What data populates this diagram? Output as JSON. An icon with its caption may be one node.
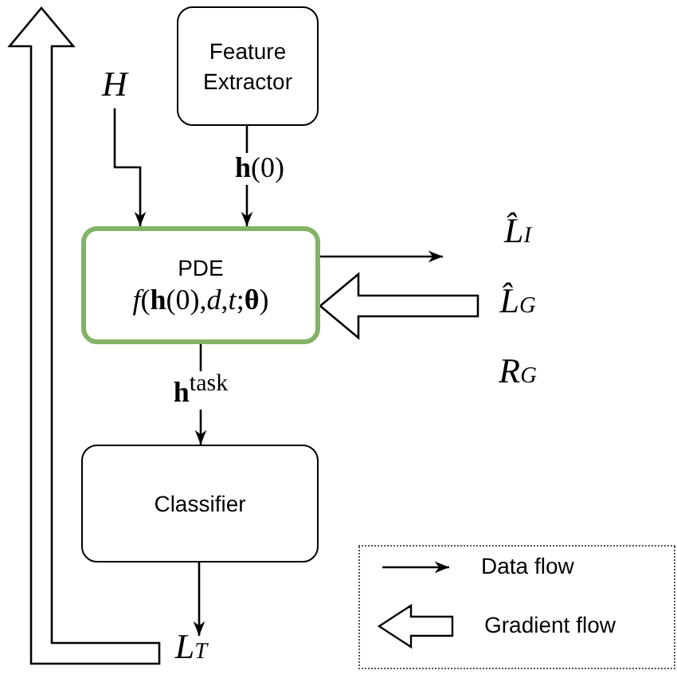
{
  "diagram": {
    "nodes": [
      {
        "text": [
          "Feature Extractor"
        ]
      },
      {
        "text": [
          "*H*"
        ]
      },
      {
        "text": [
          "PDE",
          "*f*(**h**(0),*d*,*t*;**θ**)"
        ]
      },
      {
        "text": [
          "*L̂*$_{I}$"
        ]
      },
      {
        "text": [
          "*L̂*$_{G}$"
        ]
      },
      {
        "text": [
          "*R*$_{G}$"
        ]
      },
      {
        "text": [
          "Classifier"
        ]
      },
      {
        "text": [
          "*L*$_{T}$"
        ]
      }
    ],
    "edges": [
      {
        "from": 1,
        "to": 2,
        "arrow": "to"
      },
      {
        "from": 0,
        "to": 2,
        "arrow": "to",
        "label": "**h**(0)"
      },
      {
        "from": 2,
        "to": 3,
        "arrow": "to"
      },
      {
        "from": 4,
        "to": 2,
        "arrow": "to",
        "style": "thick"
      },
      {
        "from": 2,
        "to": 6,
        "arrow": "to",
        "label": "**h**$^{task}$"
      },
      {
        "from": 6,
        "to": 7,
        "arrow": "to"
      },
      {
        "from": 7,
        "to": null,
        "arrow": "to",
        "style": "thick"
      }
    ],
    "legend": [
      {
        "text": "Data flow"
      },
      {
        "text": "Gradient flow"
      }
    ]
  }
}
